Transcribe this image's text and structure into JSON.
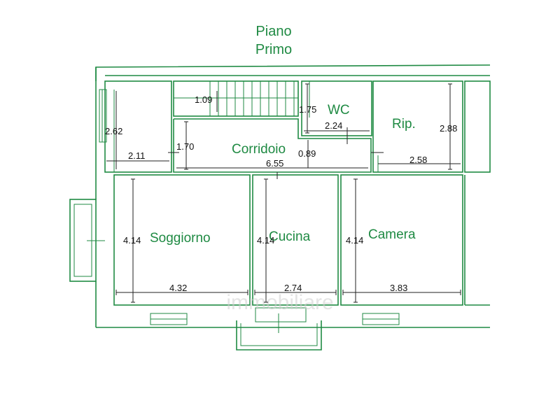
{
  "title": {
    "line1": "Piano",
    "line2": "Primo"
  },
  "rooms": {
    "wc": "WC",
    "rip": "Rip.",
    "corridoio": "Corridoio",
    "soggiorno": "Soggiorno",
    "cucina": "Cucina",
    "camera": "Camera"
  },
  "dimensions": {
    "stair_h": "1.09",
    "wc_h": "1.75",
    "wc_w": "2.24",
    "rip_h": "2.88",
    "rip_w": "2.58",
    "left_h": "2.62",
    "left_w": "2.11",
    "corr_h": "1.70",
    "corr_h2": "0.89",
    "corr_w": "6.55",
    "sogg_h": "4.14",
    "sogg_w": "4.32",
    "cuc_h": "4.14",
    "cuc_w": "2.74",
    "cam_h": "4.14",
    "cam_w": "3.83"
  },
  "watermark": "immobiliare",
  "colors": {
    "walls": "#1f8a43",
    "dimensions": "#222222"
  }
}
